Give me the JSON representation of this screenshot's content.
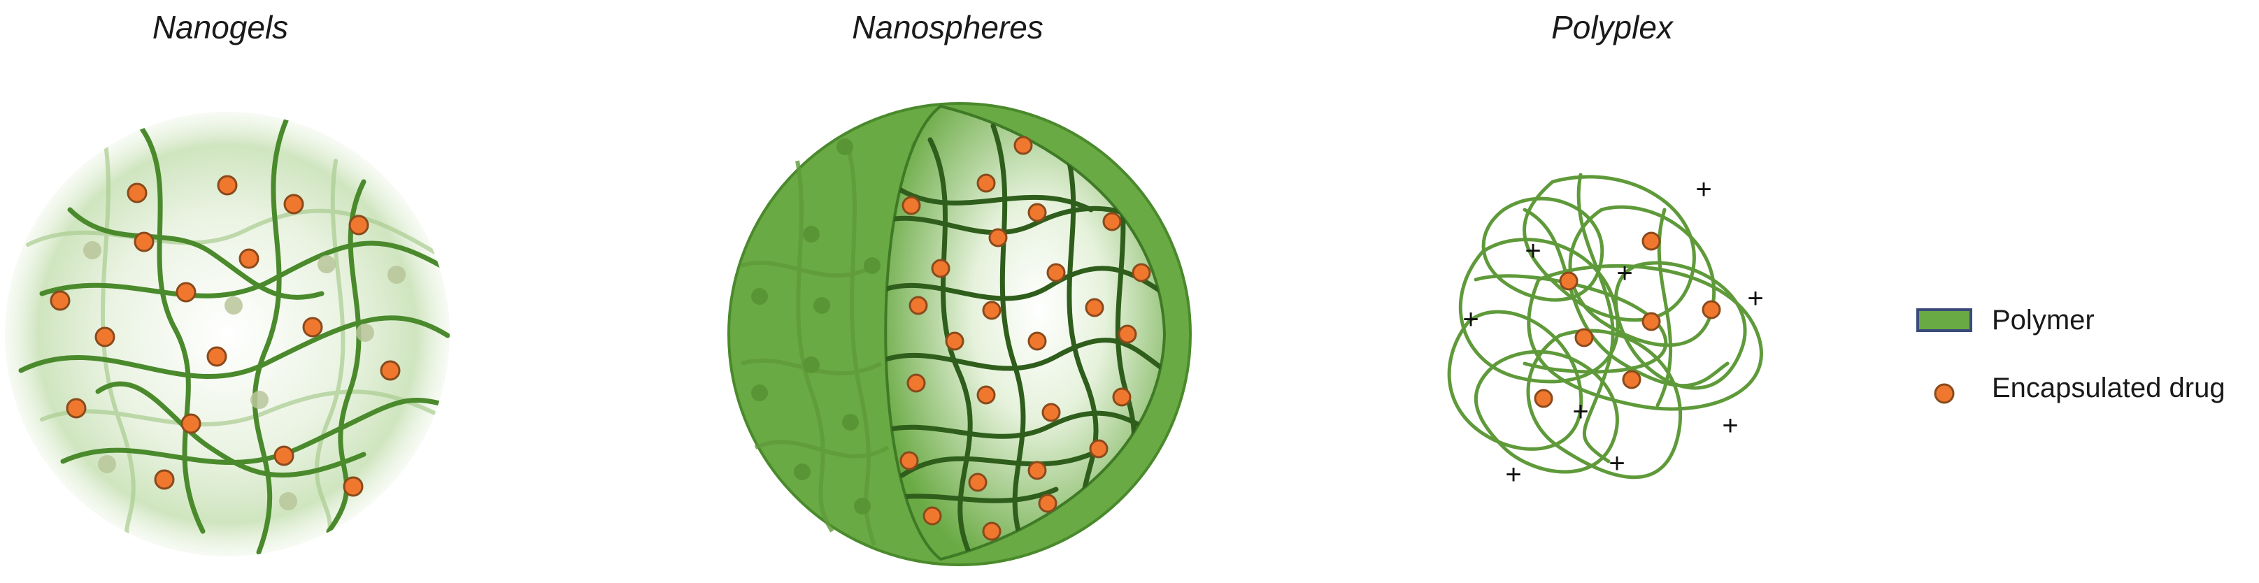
{
  "titles": {
    "nanogels": "Nanogels",
    "nanospheres": "Nanospheres",
    "polyplex": "Polyplex"
  },
  "legend": {
    "polymer": "Polymer",
    "drug": "Encapsulated drug"
  },
  "colors": {
    "polymer": "#6aaa44",
    "polymer_dark": "#4a8a2c",
    "drug_fill": "#f0782e",
    "drug_stroke": "#8a4a1c"
  },
  "polyplex_charge_symbol": "+"
}
